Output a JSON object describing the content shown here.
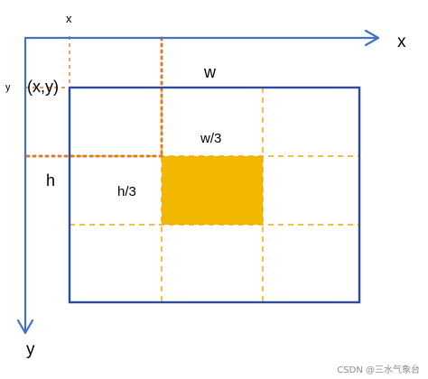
{
  "labels": {
    "x_axis": "x",
    "y_axis": "y",
    "x_small": "x",
    "y_small": "y",
    "origin": "(x,y)",
    "width": "w",
    "height": "h",
    "width_third": "w/3",
    "height_third": "h/3"
  },
  "watermark": "CSDN @三水气象台",
  "colors": {
    "axis": "#4472c4",
    "frame": "#2e4a9a",
    "guide_dashed": "#f2a900",
    "guide_dotted": "#e07b2a",
    "highlight": "#f2b800"
  }
}
